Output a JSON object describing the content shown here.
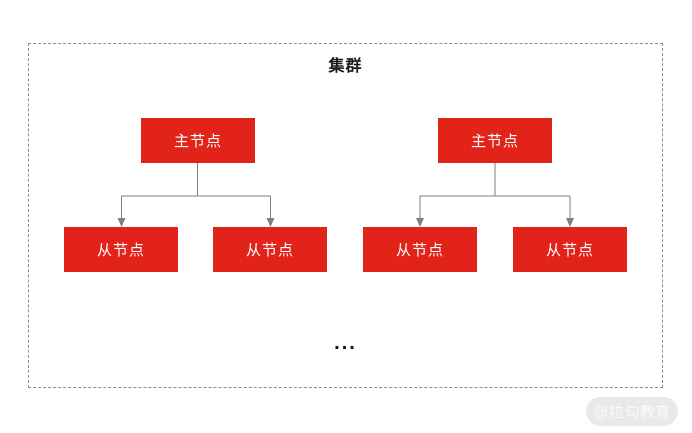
{
  "diagram": {
    "title": "集群",
    "ellipsis": "...",
    "groups": [
      {
        "master": "主节点",
        "slaves": [
          "从节点",
          "从节点"
        ]
      },
      {
        "master": "主节点",
        "slaves": [
          "从节点",
          "从节点"
        ]
      }
    ],
    "colors": {
      "node_red": "#e2231a",
      "node_text": "#ffffff",
      "line_gray": "#7f7f7f",
      "border_gray": "#8c8c8c"
    }
  },
  "watermark": {
    "text": "@拉勾教育"
  }
}
